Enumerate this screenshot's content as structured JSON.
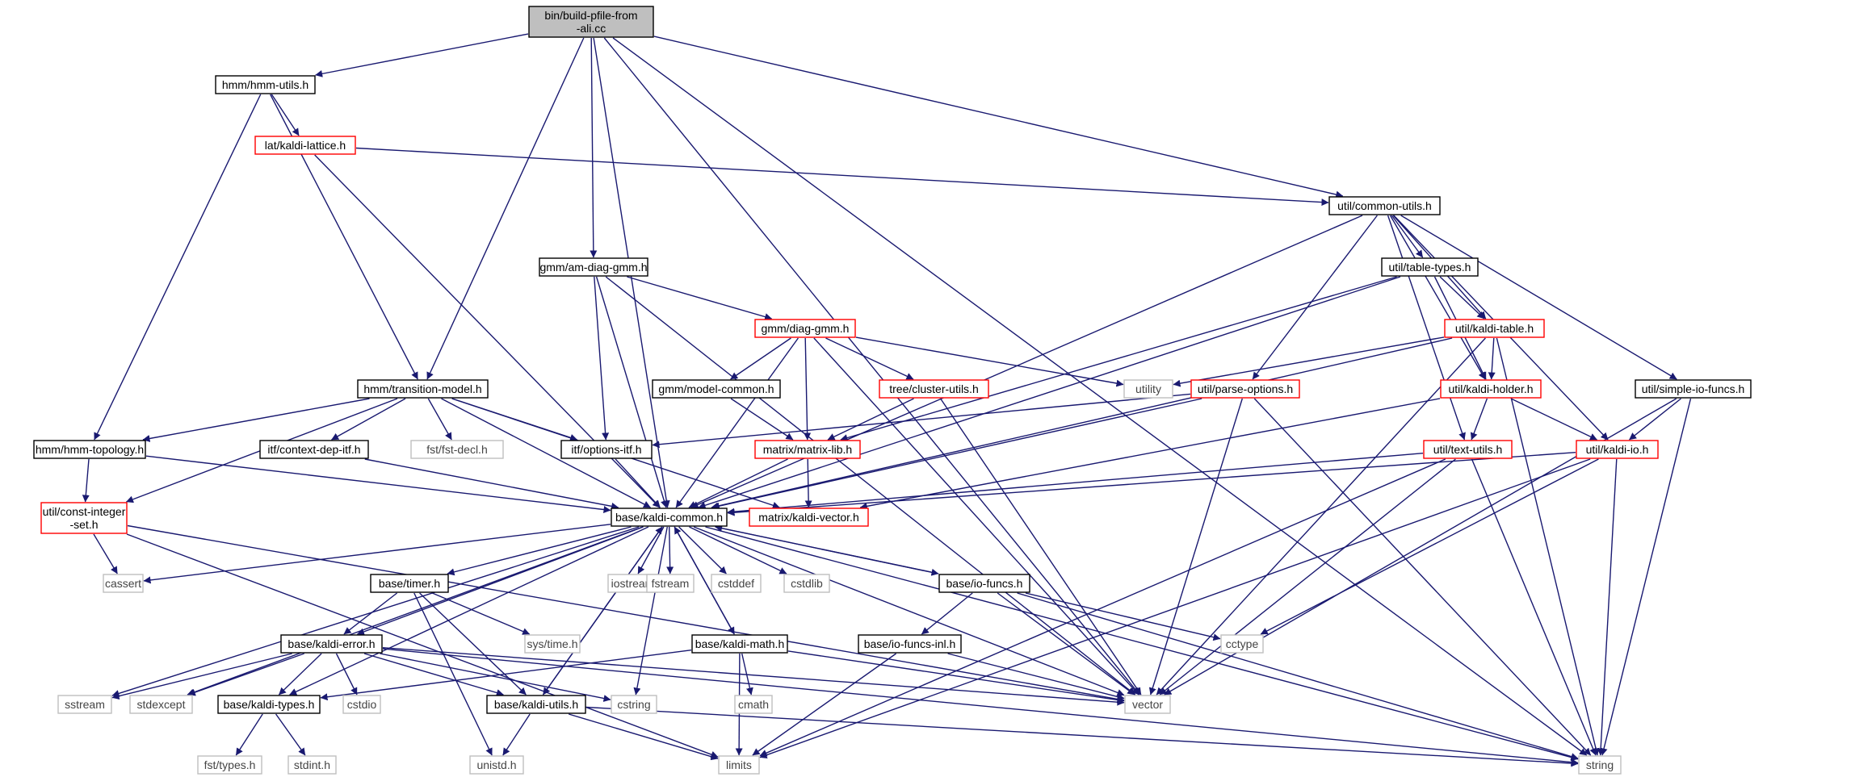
{
  "graph": {
    "title": "",
    "colors": {
      "edge": "#191970",
      "root_fill": "#bfbfbf",
      "normal_border": "#000000",
      "truncated_border": "#ff0000",
      "system_border": "#bfbfbf",
      "box_fill": "#ffffff"
    },
    "nodes": [
      {
        "id": "root",
        "lines": [
          "bin/build-pfile-from",
          "-ali.cc"
        ],
        "kind": "root"
      },
      {
        "id": "hmm_utils",
        "lines": [
          "hmm/hmm-utils.h"
        ],
        "kind": "normal"
      },
      {
        "id": "kaldi_lattice",
        "lines": [
          "lat/kaldi-lattice.h"
        ],
        "kind": "truncated"
      },
      {
        "id": "common_utils",
        "lines": [
          "util/common-utils.h"
        ],
        "kind": "normal"
      },
      {
        "id": "am_diag_gmm",
        "lines": [
          "gmm/am-diag-gmm.h"
        ],
        "kind": "normal"
      },
      {
        "id": "table_types",
        "lines": [
          "util/table-types.h"
        ],
        "kind": "normal"
      },
      {
        "id": "diag_gmm",
        "lines": [
          "gmm/diag-gmm.h"
        ],
        "kind": "truncated"
      },
      {
        "id": "kaldi_table",
        "lines": [
          "util/kaldi-table.h"
        ],
        "kind": "truncated"
      },
      {
        "id": "utility",
        "lines": [
          "utility"
        ],
        "kind": "system"
      },
      {
        "id": "transition_model",
        "lines": [
          "hmm/transition-model.h"
        ],
        "kind": "normal"
      },
      {
        "id": "model_common",
        "lines": [
          "gmm/model-common.h"
        ],
        "kind": "normal"
      },
      {
        "id": "cluster_utils",
        "lines": [
          "tree/cluster-utils.h"
        ],
        "kind": "truncated"
      },
      {
        "id": "parse_options",
        "lines": [
          "util/parse-options.h"
        ],
        "kind": "truncated"
      },
      {
        "id": "kaldi_holder",
        "lines": [
          "util/kaldi-holder.h"
        ],
        "kind": "truncated"
      },
      {
        "id": "simple_io_funcs",
        "lines": [
          "util/simple-io-funcs.h"
        ],
        "kind": "normal"
      },
      {
        "id": "hmm_topology",
        "lines": [
          "hmm/hmm-topology.h"
        ],
        "kind": "normal"
      },
      {
        "id": "context_dep_itf",
        "lines": [
          "itf/context-dep-itf.h"
        ],
        "kind": "normal"
      },
      {
        "id": "fst_decl",
        "lines": [
          "fst/fst-decl.h"
        ],
        "kind": "system"
      },
      {
        "id": "options_itf",
        "lines": [
          "itf/options-itf.h"
        ],
        "kind": "normal"
      },
      {
        "id": "matrix_lib",
        "lines": [
          "matrix/matrix-lib.h"
        ],
        "kind": "truncated"
      },
      {
        "id": "text_utils",
        "lines": [
          "util/text-utils.h"
        ],
        "kind": "truncated"
      },
      {
        "id": "kaldi_io",
        "lines": [
          "util/kaldi-io.h"
        ],
        "kind": "truncated"
      },
      {
        "id": "const_integer_set",
        "lines": [
          "util/const-integer",
          "-set.h"
        ],
        "kind": "truncated"
      },
      {
        "id": "kaldi_common",
        "lines": [
          "base/kaldi-common.h"
        ],
        "kind": "normal"
      },
      {
        "id": "kaldi_vector",
        "lines": [
          "matrix/kaldi-vector.h"
        ],
        "kind": "truncated"
      },
      {
        "id": "cassert",
        "lines": [
          "cassert"
        ],
        "kind": "system"
      },
      {
        "id": "timer",
        "lines": [
          "base/timer.h"
        ],
        "kind": "normal"
      },
      {
        "id": "iostream",
        "lines": [
          "iostream"
        ],
        "kind": "system"
      },
      {
        "id": "fstream",
        "lines": [
          "fstream"
        ],
        "kind": "system"
      },
      {
        "id": "cstddef",
        "lines": [
          "cstddef"
        ],
        "kind": "system"
      },
      {
        "id": "cstdlib",
        "lines": [
          "cstdlib"
        ],
        "kind": "system"
      },
      {
        "id": "io_funcs",
        "lines": [
          "base/io-funcs.h"
        ],
        "kind": "normal"
      },
      {
        "id": "cctype",
        "lines": [
          "cctype"
        ],
        "kind": "system"
      },
      {
        "id": "sys_time",
        "lines": [
          "sys/time.h"
        ],
        "kind": "system"
      },
      {
        "id": "kaldi_error",
        "lines": [
          "base/kaldi-error.h"
        ],
        "kind": "normal"
      },
      {
        "id": "kaldi_math",
        "lines": [
          "base/kaldi-math.h"
        ],
        "kind": "normal"
      },
      {
        "id": "io_funcs_inl",
        "lines": [
          "base/io-funcs-inl.h"
        ],
        "kind": "normal"
      },
      {
        "id": "sstream",
        "lines": [
          "sstream"
        ],
        "kind": "system"
      },
      {
        "id": "stdexcept",
        "lines": [
          "stdexcept"
        ],
        "kind": "system"
      },
      {
        "id": "kaldi_types",
        "lines": [
          "base/kaldi-types.h"
        ],
        "kind": "normal"
      },
      {
        "id": "cstdio",
        "lines": [
          "cstdio"
        ],
        "kind": "system"
      },
      {
        "id": "kaldi_utils",
        "lines": [
          "base/kaldi-utils.h"
        ],
        "kind": "normal"
      },
      {
        "id": "cstring",
        "lines": [
          "cstring"
        ],
        "kind": "system"
      },
      {
        "id": "cmath",
        "lines": [
          "cmath"
        ],
        "kind": "system"
      },
      {
        "id": "vector",
        "lines": [
          "vector"
        ],
        "kind": "system"
      },
      {
        "id": "fst_types",
        "lines": [
          "fst/types.h"
        ],
        "kind": "system"
      },
      {
        "id": "stdint",
        "lines": [
          "stdint.h"
        ],
        "kind": "system"
      },
      {
        "id": "unistd",
        "lines": [
          "unistd.h"
        ],
        "kind": "system"
      },
      {
        "id": "limits",
        "lines": [
          "limits"
        ],
        "kind": "system"
      },
      {
        "id": "string",
        "lines": [
          "string"
        ],
        "kind": "system"
      }
    ],
    "edges": [
      [
        "root",
        "hmm_utils"
      ],
      [
        "root",
        "common_utils"
      ],
      [
        "root",
        "am_diag_gmm"
      ],
      [
        "root",
        "transition_model"
      ],
      [
        "root",
        "kaldi_common"
      ],
      [
        "root",
        "vector"
      ],
      [
        "root",
        "string"
      ],
      [
        "hmm_utils",
        "kaldi_lattice"
      ],
      [
        "hmm_utils",
        "transition_model"
      ],
      [
        "hmm_utils",
        "hmm_topology"
      ],
      [
        "kaldi_lattice",
        "common_utils"
      ],
      [
        "kaldi_lattice",
        "kaldi_common"
      ],
      [
        "common_utils",
        "table_types"
      ],
      [
        "common_utils",
        "kaldi_table"
      ],
      [
        "common_utils",
        "kaldi_holder"
      ],
      [
        "common_utils",
        "parse_options"
      ],
      [
        "common_utils",
        "text_utils"
      ],
      [
        "common_utils",
        "kaldi_io"
      ],
      [
        "common_utils",
        "simple_io_funcs"
      ],
      [
        "common_utils",
        "kaldi_common"
      ],
      [
        "am_diag_gmm",
        "diag_gmm"
      ],
      [
        "am_diag_gmm",
        "options_itf"
      ],
      [
        "am_diag_gmm",
        "kaldi_common"
      ],
      [
        "am_diag_gmm",
        "vector"
      ],
      [
        "table_types",
        "kaldi_table"
      ],
      [
        "table_types",
        "kaldi_holder"
      ],
      [
        "table_types",
        "matrix_lib"
      ],
      [
        "table_types",
        "kaldi_common"
      ],
      [
        "diag_gmm",
        "model_common"
      ],
      [
        "diag_gmm",
        "cluster_utils"
      ],
      [
        "diag_gmm",
        "matrix_lib"
      ],
      [
        "diag_gmm",
        "utility"
      ],
      [
        "diag_gmm",
        "vector"
      ],
      [
        "diag_gmm",
        "kaldi_common"
      ],
      [
        "kaldi_table",
        "kaldi_holder"
      ],
      [
        "kaldi_table",
        "utility"
      ],
      [
        "kaldi_table",
        "kaldi_common"
      ],
      [
        "kaldi_table",
        "vector"
      ],
      [
        "kaldi_table",
        "string"
      ],
      [
        "transition_model",
        "hmm_topology"
      ],
      [
        "transition_model",
        "context_dep_itf"
      ],
      [
        "transition_model",
        "fst_decl"
      ],
      [
        "transition_model",
        "options_itf"
      ],
      [
        "transition_model",
        "kaldi_common"
      ],
      [
        "transition_model",
        "kaldi_vector"
      ],
      [
        "transition_model",
        "const_integer_set"
      ],
      [
        "model_common",
        "matrix_lib"
      ],
      [
        "cluster_utils",
        "matrix_lib"
      ],
      [
        "cluster_utils",
        "vector"
      ],
      [
        "parse_options",
        "options_itf"
      ],
      [
        "parse_options",
        "kaldi_common"
      ],
      [
        "parse_options",
        "vector"
      ],
      [
        "parse_options",
        "string"
      ],
      [
        "kaldi_holder",
        "kaldi_io"
      ],
      [
        "kaldi_holder",
        "text_utils"
      ],
      [
        "kaldi_holder",
        "kaldi_vector"
      ],
      [
        "simple_io_funcs",
        "kaldi_io"
      ],
      [
        "simple_io_funcs",
        "vector"
      ],
      [
        "simple_io_funcs",
        "string"
      ],
      [
        "hmm_topology",
        "const_integer_set"
      ],
      [
        "hmm_topology",
        "kaldi_common"
      ],
      [
        "context_dep_itf",
        "kaldi_common"
      ],
      [
        "options_itf",
        "kaldi_common"
      ],
      [
        "matrix_lib",
        "kaldi_vector"
      ],
      [
        "matrix_lib",
        "kaldi_common"
      ],
      [
        "text_utils",
        "kaldi_common"
      ],
      [
        "text_utils",
        "vector"
      ],
      [
        "text_utils",
        "string"
      ],
      [
        "text_utils",
        "limits"
      ],
      [
        "kaldi_io",
        "kaldi_common"
      ],
      [
        "kaldi_io",
        "cctype"
      ],
      [
        "kaldi_io",
        "string"
      ],
      [
        "kaldi_io",
        "limits"
      ],
      [
        "const_integer_set",
        "cassert"
      ],
      [
        "const_integer_set",
        "vector"
      ],
      [
        "const_integer_set",
        "limits"
      ],
      [
        "kaldi_common",
        "cassert"
      ],
      [
        "kaldi_common",
        "timer"
      ],
      [
        "kaldi_common",
        "iostream"
      ],
      [
        "kaldi_common",
        "fstream"
      ],
      [
        "kaldi_common",
        "cstddef"
      ],
      [
        "kaldi_common",
        "cstdlib"
      ],
      [
        "kaldi_common",
        "io_funcs"
      ],
      [
        "kaldi_common",
        "kaldi_error"
      ],
      [
        "kaldi_common",
        "kaldi_math"
      ],
      [
        "kaldi_common",
        "sstream"
      ],
      [
        "kaldi_common",
        "stdexcept"
      ],
      [
        "kaldi_common",
        "kaldi_types"
      ],
      [
        "kaldi_common",
        "kaldi_utils"
      ],
      [
        "kaldi_common",
        "cstring"
      ],
      [
        "kaldi_common",
        "vector"
      ],
      [
        "kaldi_common",
        "string"
      ],
      [
        "timer",
        "sys_time"
      ],
      [
        "timer",
        "kaldi_error"
      ],
      [
        "timer",
        "kaldi_utils"
      ],
      [
        "timer",
        "unistd"
      ],
      [
        "io_funcs",
        "kaldi_common"
      ],
      [
        "io_funcs",
        "io_funcs_inl"
      ],
      [
        "io_funcs",
        "cctype"
      ],
      [
        "io_funcs",
        "vector"
      ],
      [
        "io_funcs",
        "string"
      ],
      [
        "kaldi_error",
        "sstream"
      ],
      [
        "kaldi_error",
        "stdexcept"
      ],
      [
        "kaldi_error",
        "kaldi_types"
      ],
      [
        "kaldi_error",
        "cstdio"
      ],
      [
        "kaldi_error",
        "kaldi_utils"
      ],
      [
        "kaldi_error",
        "cstring"
      ],
      [
        "kaldi_error",
        "vector"
      ],
      [
        "kaldi_error",
        "string"
      ],
      [
        "kaldi_math",
        "kaldi_common"
      ],
      [
        "kaldi_math",
        "kaldi_types"
      ],
      [
        "kaldi_math",
        "cmath"
      ],
      [
        "kaldi_math",
        "limits"
      ],
      [
        "kaldi_math",
        "vector"
      ],
      [
        "io_funcs_inl",
        "limits"
      ],
      [
        "io_funcs_inl",
        "vector"
      ],
      [
        "kaldi_types",
        "fst_types"
      ],
      [
        "kaldi_types",
        "stdint"
      ],
      [
        "kaldi_utils",
        "kaldi_common"
      ],
      [
        "kaldi_utils",
        "unistd"
      ],
      [
        "kaldi_utils",
        "limits"
      ],
      [
        "kaldi_utils",
        "string"
      ]
    ]
  }
}
